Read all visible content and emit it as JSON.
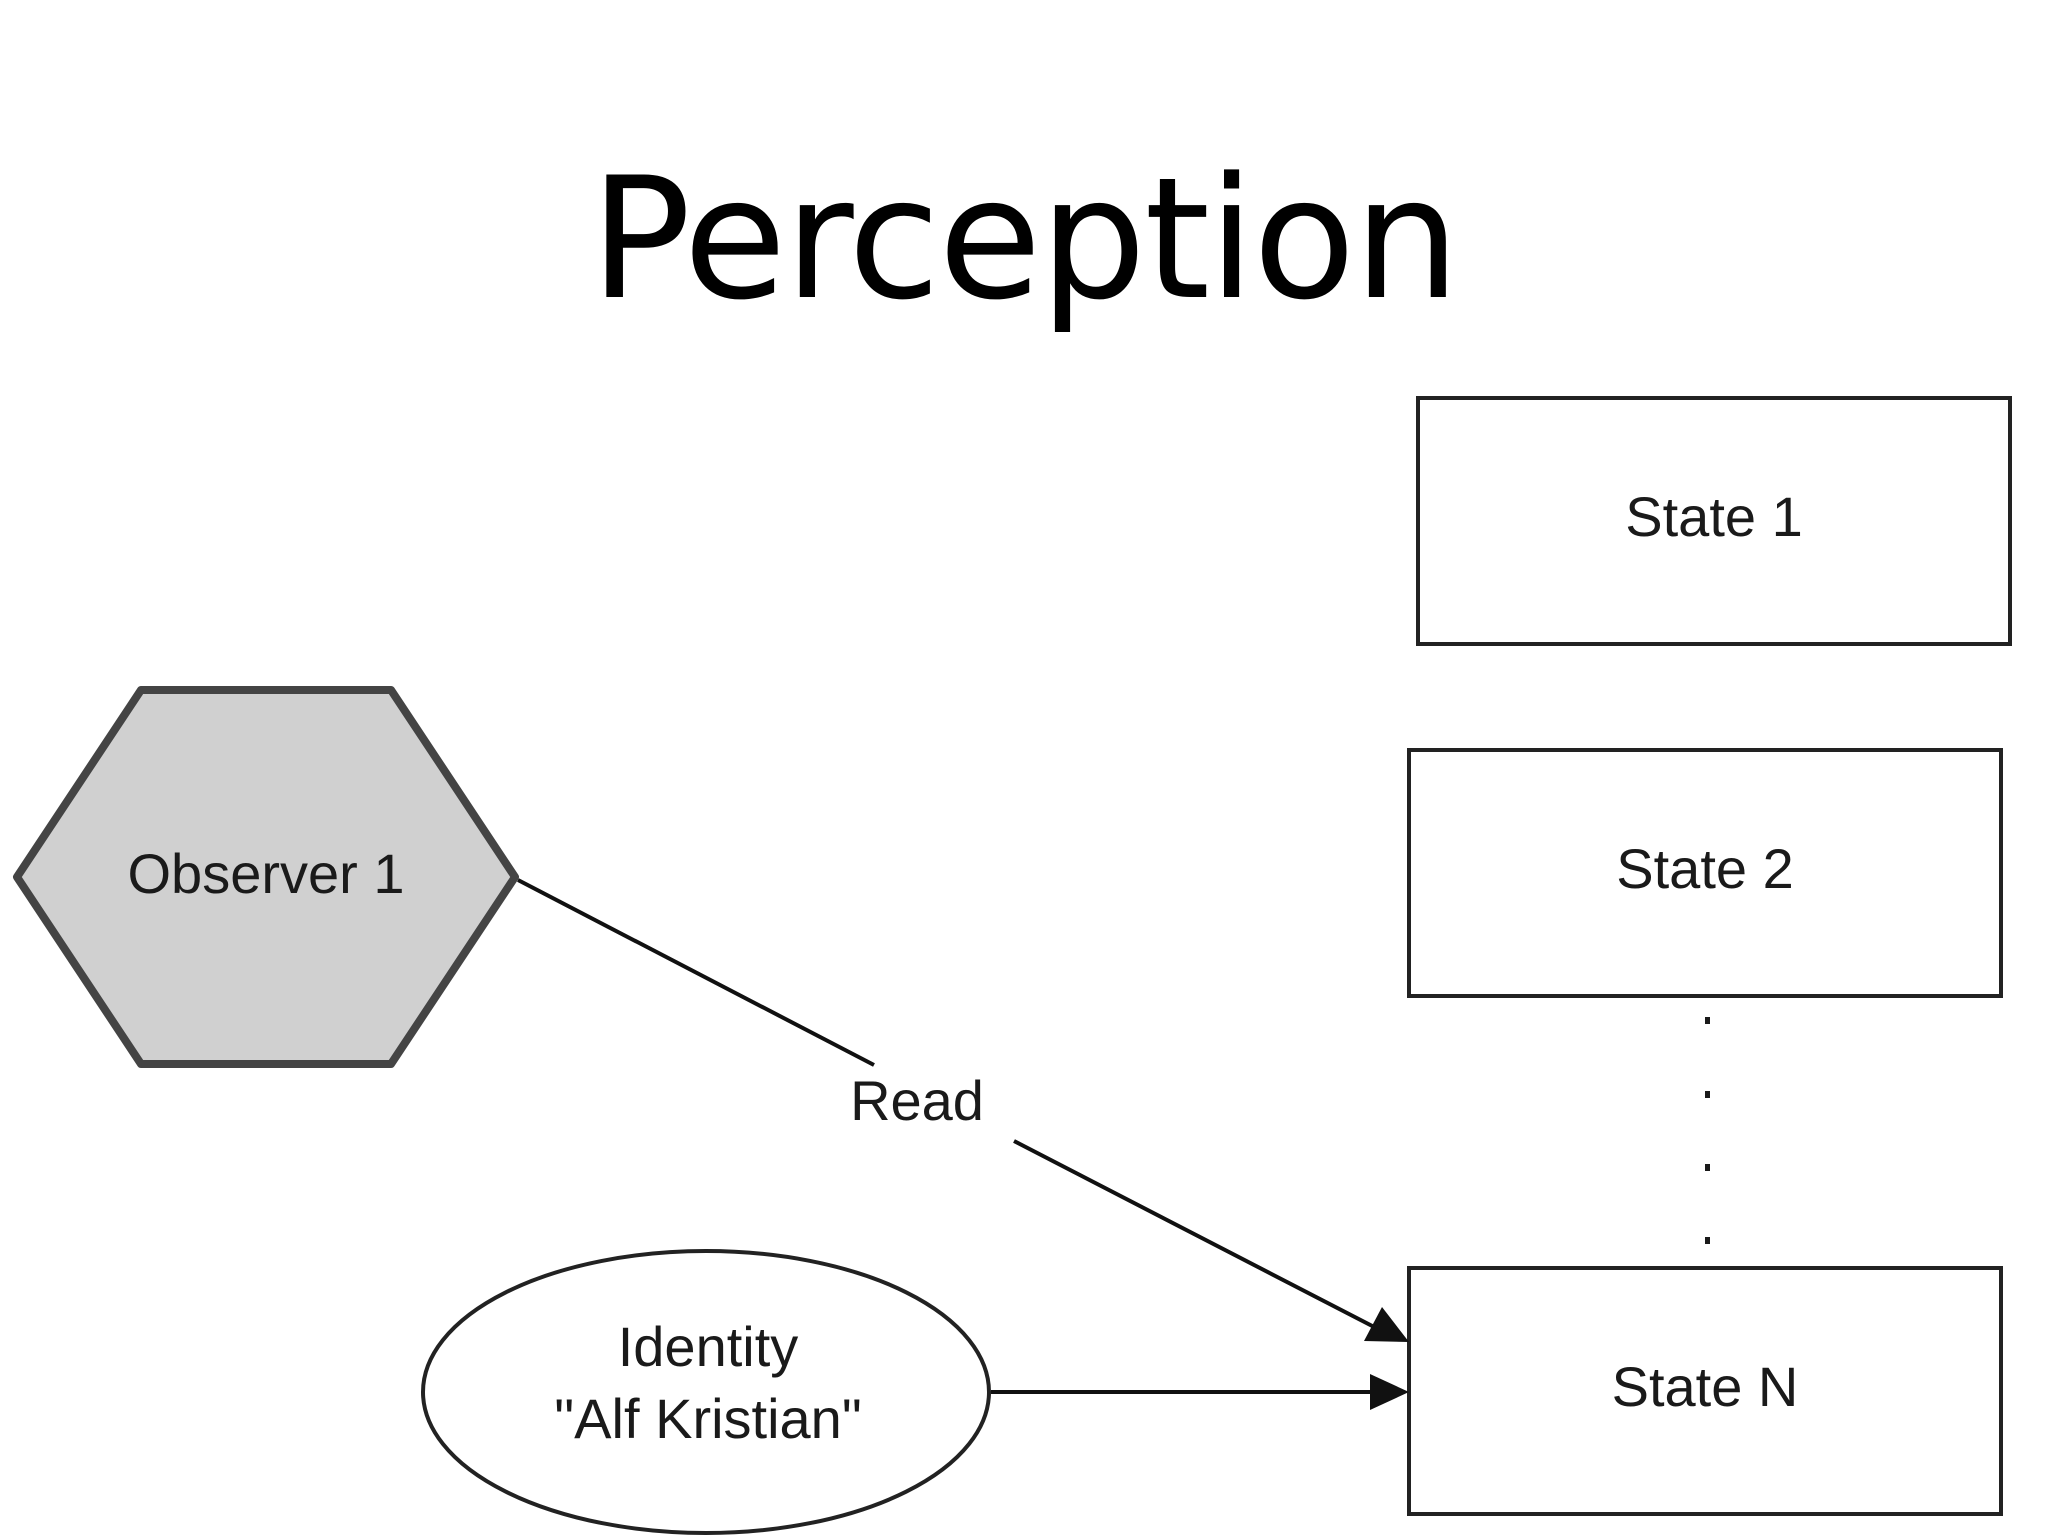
{
  "title": "Perception",
  "nodes": {
    "observer": {
      "label": "Observer 1",
      "shape": "hexagon",
      "fill": "#d0d0d0",
      "stroke": "#444444"
    },
    "identity": {
      "label_line1": "Identity",
      "label_line2": "\"Alf Kristian\"",
      "shape": "ellipse",
      "fill": "#ffffff",
      "stroke": "#222222"
    },
    "states": [
      {
        "label": "State 1"
      },
      {
        "label": "State 2"
      },
      {
        "label": "State N"
      }
    ]
  },
  "edges": {
    "read": {
      "label": "Read",
      "from": "Observer 1",
      "to": "State N"
    },
    "identity_to_state": {
      "from": "Identity",
      "to": "State N"
    }
  },
  "colors": {
    "background": "#ffffff",
    "text": "#000000",
    "line": "#111111"
  }
}
